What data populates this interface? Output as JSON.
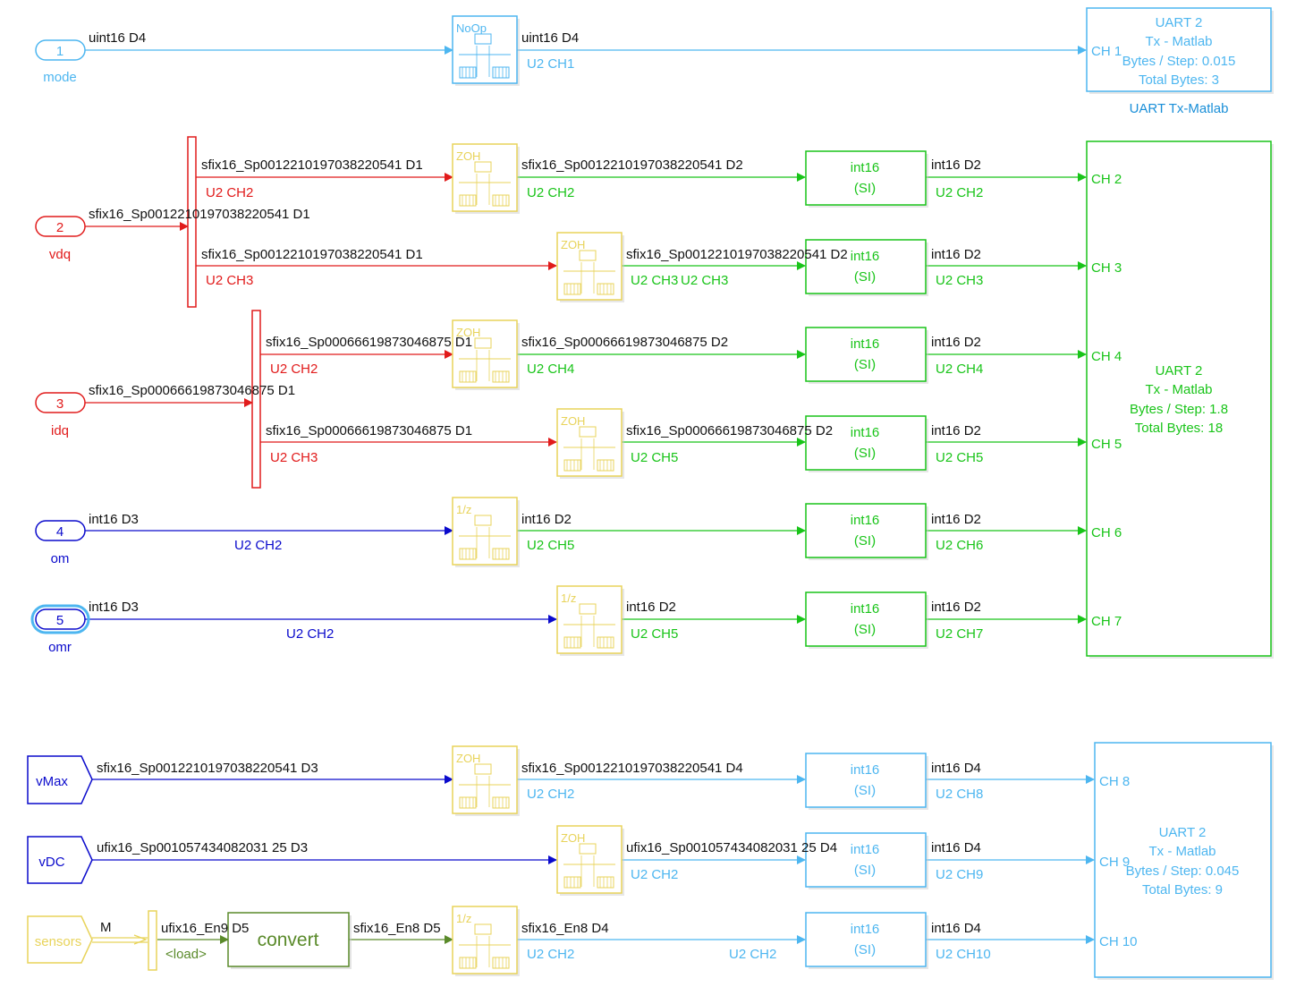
{
  "colors": {
    "light_blue": "#4db6f0",
    "red": "#e11b1b",
    "green": "#19c419",
    "dark_blue": "#0a0acc",
    "yellow": "#e8d35a",
    "olive": "#5a8a2a",
    "black": "#111111"
  },
  "inports": [
    {
      "num": "1",
      "name": "mode"
    },
    {
      "num": "2",
      "name": "vdq"
    },
    {
      "num": "3",
      "name": "idq"
    },
    {
      "num": "4",
      "name": "om"
    },
    {
      "num": "5",
      "name": "omr"
    }
  ],
  "goto_from": {
    "vmax": "vMax",
    "vdc": "vDC",
    "sensors": "sensors"
  },
  "bus_selector": {
    "sensors_signal": "M",
    "load": "<load>"
  },
  "convert_block": "convert",
  "rate_blocks": {
    "noop": "NoOp",
    "zoh": "ZOH",
    "unit_delay": "1/z"
  },
  "cast_block": {
    "type": "int16",
    "unit": "(SI)"
  },
  "uart_blocks": [
    {
      "title": "UART 2",
      "sub": "Tx - Matlab",
      "bytes_step": "Bytes / Step: 0.015",
      "total": "Total Bytes: 3",
      "caption": "UART Tx-Matlab"
    },
    {
      "title": "UART 2",
      "sub": "Tx - Matlab",
      "bytes_step": "Bytes / Step: 1.8",
      "total": "Total Bytes: 18"
    },
    {
      "title": "UART 2",
      "sub": "Tx - Matlab",
      "bytes_step": "Bytes / Step: 0.045",
      "total": "Total Bytes: 9"
    }
  ],
  "ports": [
    "CH 1",
    "CH 2",
    "CH 3",
    "CH 4",
    "CH 5",
    "CH 6",
    "CH 7",
    "CH 8",
    "CH 9",
    "CH 10"
  ],
  "signal_labels": {
    "mode_in": "uint16 D4",
    "mode_out": "uint16 D4",
    "mode_rate": "U2 CH1",
    "vdq_in": "sfix16_Sp0012210197038220541 D1",
    "vdq_d1": "sfix16_Sp0012210197038220541 D1",
    "vdq_d1_rate": "U2 CH2",
    "vdq_d2": "sfix16_Sp0012210197038220541 D1",
    "vdq_d2_rate": "U2 CH3",
    "ch2_zoh_out": "sfix16_Sp0012210197038220541 D2",
    "ch2_zoh_rate": "U2 CH2",
    "ch3_zoh_out": "sfix16_Sp0012210197038220541 D2",
    "ch3_zoh_rate_a": "U2 CH3",
    "ch3_zoh_rate_b": "U2 CH3",
    "idq_in": "sfix16_Sp00066619873046875 D1",
    "idq_d1": "sfix16_Sp00066619873046875 D1",
    "idq_d1_rate": "U2 CH2",
    "idq_d2": "sfix16_Sp00066619873046875 D1",
    "idq_d2_rate": "U2 CH3",
    "ch4_zoh_out": "sfix16_Sp00066619873046875 D2",
    "ch4_zoh_rate": "U2 CH4",
    "ch5_zoh_out": "sfix16_Sp00066619873046875 D2",
    "ch5_zoh_rate": "U2 CH5",
    "om_in": "int16 D3",
    "om_rate": "U2 CH2",
    "ch6_delay_out": "int16 D2",
    "ch6_delay_rate": "U2 CH5",
    "omr_in": "int16 D3",
    "omr_rate": "U2 CH2",
    "ch7_delay_out": "int16 D2",
    "ch7_delay_rate": "U2 CH5",
    "cast_out": "int16 D2",
    "ch2_cast_rate": "U2 CH2",
    "ch3_cast_rate": "U2 CH3",
    "ch4_cast_rate": "U2 CH4",
    "ch5_cast_rate": "U2 CH5",
    "ch6_cast_rate": "U2 CH6",
    "ch7_cast_rate": "U2 CH7",
    "vmax_in": "sfix16_Sp0012210197038220541 D3",
    "vmax_out": "sfix16_Sp0012210197038220541 D4",
    "vmax_rate": "U2 CH2",
    "vdc_in": "ufix16_Sp001057434082031 25 D3",
    "vdc_out": "ufix16_Sp001057434082031 25 D4",
    "vdc_rate": "U2 CH2",
    "load_sig": "ufix16_En9 D5",
    "conv_out": "sfix16_En8 D5",
    "sens_delay_out": "sfix16_En8 D4",
    "sens_rate_a": "U2 CH2",
    "sens_rate_b": "U2 CH2",
    "cast_out_d4": "int16 D4",
    "ch8_cast_rate": "U2 CH8",
    "ch9_cast_rate": "U2 CH9",
    "ch10_cast_rate": "U2 CH10"
  }
}
